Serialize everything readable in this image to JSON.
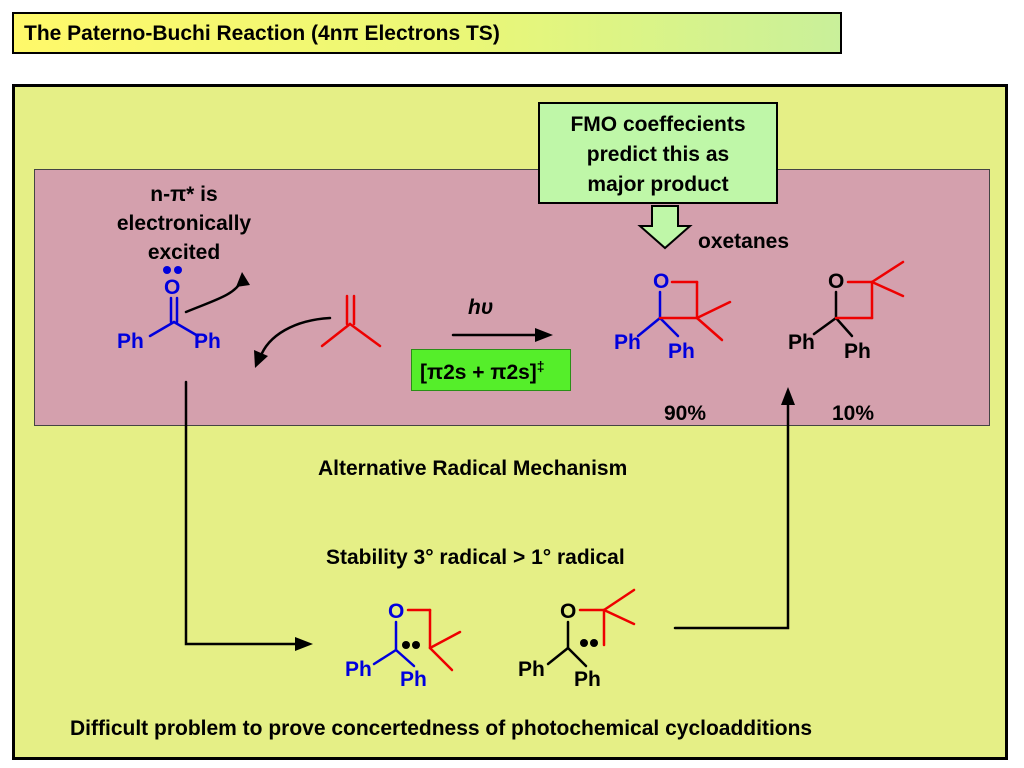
{
  "title": "The Paterno-Buchi Reaction (4nπ Electrons TS)",
  "fmo_note": [
    "FMO coeffecients",
    "predict this as",
    "major product"
  ],
  "excitation_note": [
    "n-π* is",
    "electronically",
    "excited"
  ],
  "oxetanes_label": "oxetanes",
  "hv_label": "hυ",
  "pi_label": "[π2s + π2s]",
  "pi_dagger": "‡",
  "yield_major": "90%",
  "yield_minor": "10%",
  "alt_mechanism": "Alternative Radical Mechanism",
  "stability": "Stability 3° radical > 1° radical",
  "footer": "Difficult problem to prove concertedness of photochemical cycloadditions",
  "atoms": {
    "oxygen": "O",
    "phenyl": "Ph"
  },
  "colors": {
    "blue": "#0000dd",
    "red": "#ee0000",
    "black": "#000000",
    "panel": "#e5ef86",
    "pink": "#d4a0ad",
    "fmo": "#bff7a8",
    "green": "#55ee2a"
  }
}
